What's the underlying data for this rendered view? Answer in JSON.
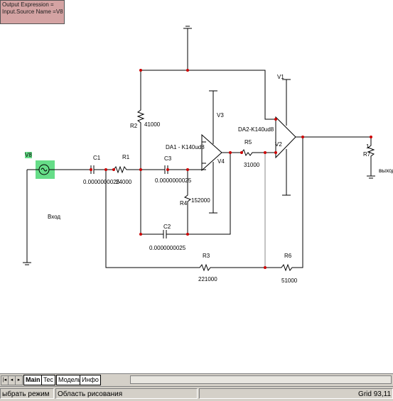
{
  "output_expression": {
    "line1": "Output Expression =",
    "line2": "Input.Source Name =V8"
  },
  "components": {
    "source_label": "V8",
    "source_caption": "Вход",
    "C1": "C1",
    "C1_value": "0.0000000025",
    "R1": "R1",
    "R1_value": "24000",
    "R2": "R2",
    "R2_value": "41000",
    "C3": "C3",
    "C3_value": "0.0000000025",
    "R4": "R4",
    "R4_value": "152000",
    "C2": "C2",
    "C2_value": "0.0000000025",
    "DA1": "DA1 - K140ud8",
    "V3": "V3",
    "V4": "V4",
    "R5": "R5",
    "R5_value": "31000",
    "DA2": "DA2-K140ud8",
    "V1": "V1",
    "V2": "V2",
    "R3": "R3",
    "R3_value": "221000",
    "R6": "R6",
    "R6_value": "51000",
    "R7": "R7",
    "R7_pin": "1",
    "output_caption": "выход"
  },
  "tabs": [
    "Main",
    "Tec",
    "Модель",
    "Инфо"
  ],
  "status": {
    "mode": "ыбрать режим",
    "area": "Область рисования",
    "grid": "Grid 93,11"
  }
}
